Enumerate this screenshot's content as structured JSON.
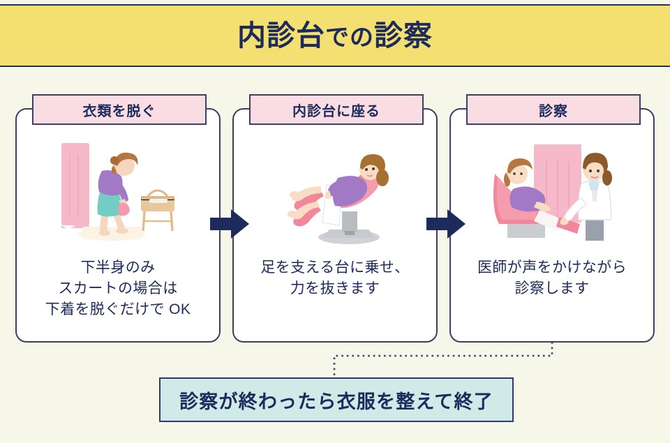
{
  "page": {
    "background_color": "#f7f7e9",
    "accent_navy": "#1d2a5c",
    "accent_yellow": "#f4e071",
    "accent_pink": "#fadde3",
    "accent_cyan": "#cfeae7"
  },
  "title": {
    "main_part": "内診台",
    "sub_part": "での",
    "tail_part": "診察",
    "full": "内診台での診察"
  },
  "steps": [
    {
      "header": "衣類を脱ぐ",
      "caption": "下半身のみ\nスカートの場合は\n下着を脱ぐだけで OK",
      "illustration": "woman-undressing-behind-curtain-illustration"
    },
    {
      "header": "内診台に座る",
      "caption": "足を支える台に乗せ、\n力を抜きます",
      "illustration": "woman-on-examination-chair-illustration"
    },
    {
      "header": "診察",
      "caption": "医師が声をかけながら\n診察します",
      "illustration": "doctor-examining-patient-illustration"
    }
  ],
  "arrows": [
    {
      "name": "arrow-step1-to-step2",
      "direction": "right"
    },
    {
      "name": "arrow-step2-to-step3",
      "direction": "right"
    }
  ],
  "connector": {
    "name": "dotted-connector-step3-to-footer",
    "style": "dotted"
  },
  "footer": {
    "text": "診察が終わったら衣服を整えて終了"
  }
}
